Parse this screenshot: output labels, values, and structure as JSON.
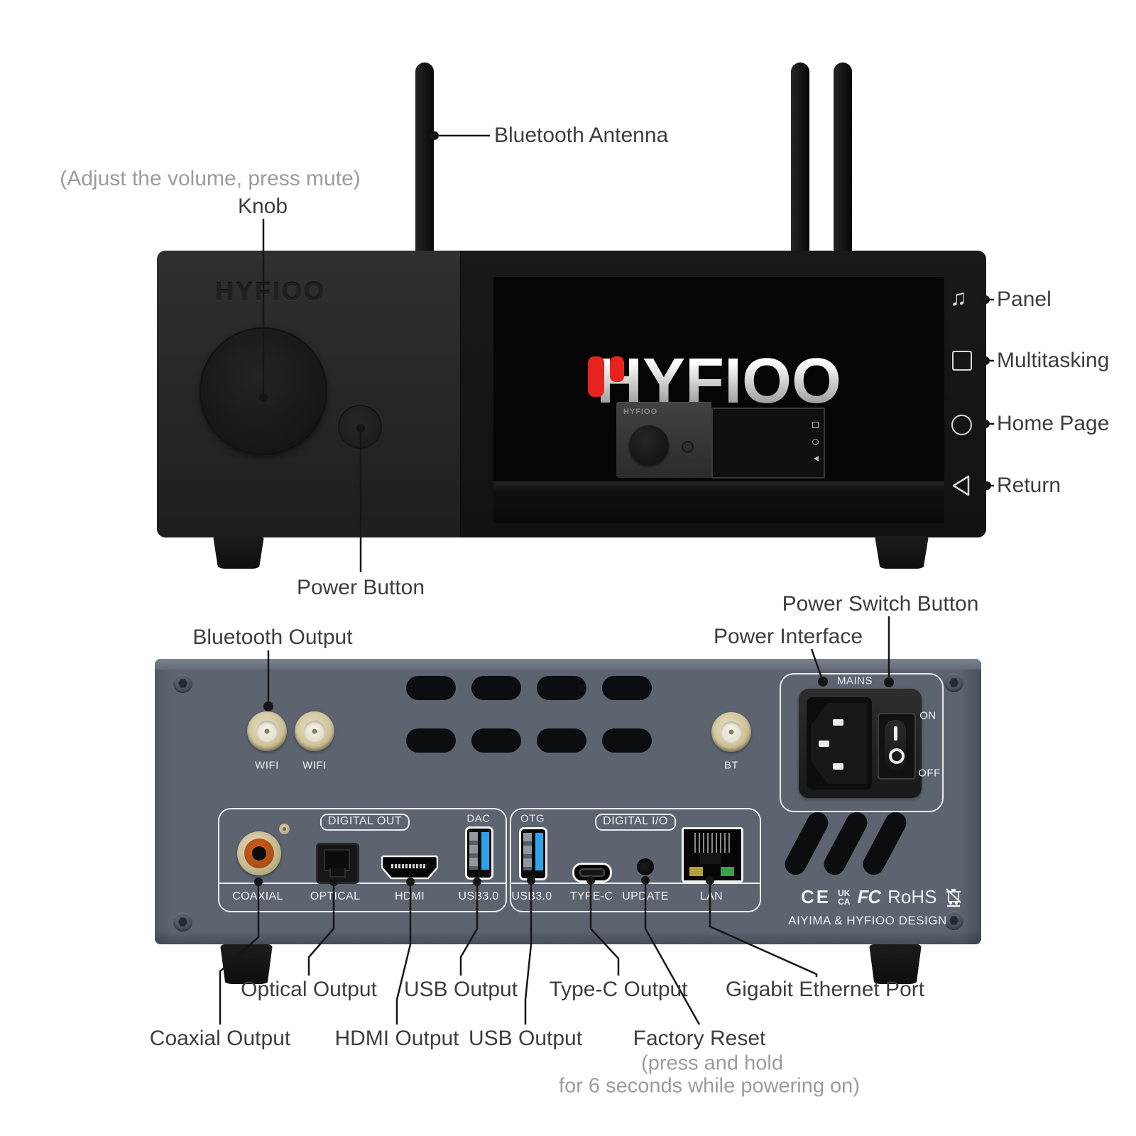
{
  "front": {
    "brand": "HYFIOO",
    "note": "(Adjust the volume, press mute)",
    "labels": {
      "knob": "Knob",
      "antenna": "Bluetooth Antenna",
      "power_button": "Power Button"
    },
    "side_buttons": [
      {
        "icon": "music-note-icon",
        "glyph": "♫",
        "label": "Panel"
      },
      {
        "icon": "square-icon",
        "label": "Multitasking"
      },
      {
        "icon": "circle-icon",
        "label": "Home Page"
      },
      {
        "icon": "triangle-left-icon",
        "label": "Return"
      }
    ],
    "screen": {
      "logo": "HYFIOO",
      "mini_logo": "HYFIOO"
    }
  },
  "back": {
    "antenna_labels": [
      "WIFI",
      "WIFI",
      "BT"
    ],
    "digital_out": {
      "title": "DIGITAL OUT",
      "dac": "DAC",
      "ports": [
        "COAXIAL",
        "OPTICAL",
        "HDMI",
        "USB3.0"
      ]
    },
    "digital_io": {
      "title": "DIGITAL I/O",
      "otg": "OTG",
      "ports": [
        "USB3.0",
        "TYPE-C",
        "UPDATE",
        "LAN"
      ]
    },
    "mains": {
      "title": "MAINS",
      "on": "ON",
      "off": "OFF"
    },
    "certs": {
      "ce": "CE",
      "uk": "UK",
      "ca": "CA",
      "fcc": "FC",
      "rohs": "RoHS"
    },
    "design_text": "AIYIMA & HYFIOO DESIGN"
  },
  "callouts": {
    "bluetooth_output": "Bluetooth Output",
    "power_interface": "Power Interface",
    "power_switch_button": "Power Switch Button",
    "row1": [
      "Optical Output",
      "USB Output",
      "Type-C Output",
      "Gigabit Ethernet Port"
    ],
    "row2": [
      "Coaxial Output",
      "HDMI Output",
      "USB Output",
      "Factory Reset"
    ],
    "factory_note_line1": "(press and hold",
    "factory_note_line2": "for 6 seconds while powering on)"
  },
  "colors": {
    "accent_red": "#e5241d",
    "back_panel_gray": "#5d6470",
    "usb_blue": "#2ba3e8",
    "rca_orange": "#c65a1d",
    "connector_gold": "#d3c79f"
  }
}
